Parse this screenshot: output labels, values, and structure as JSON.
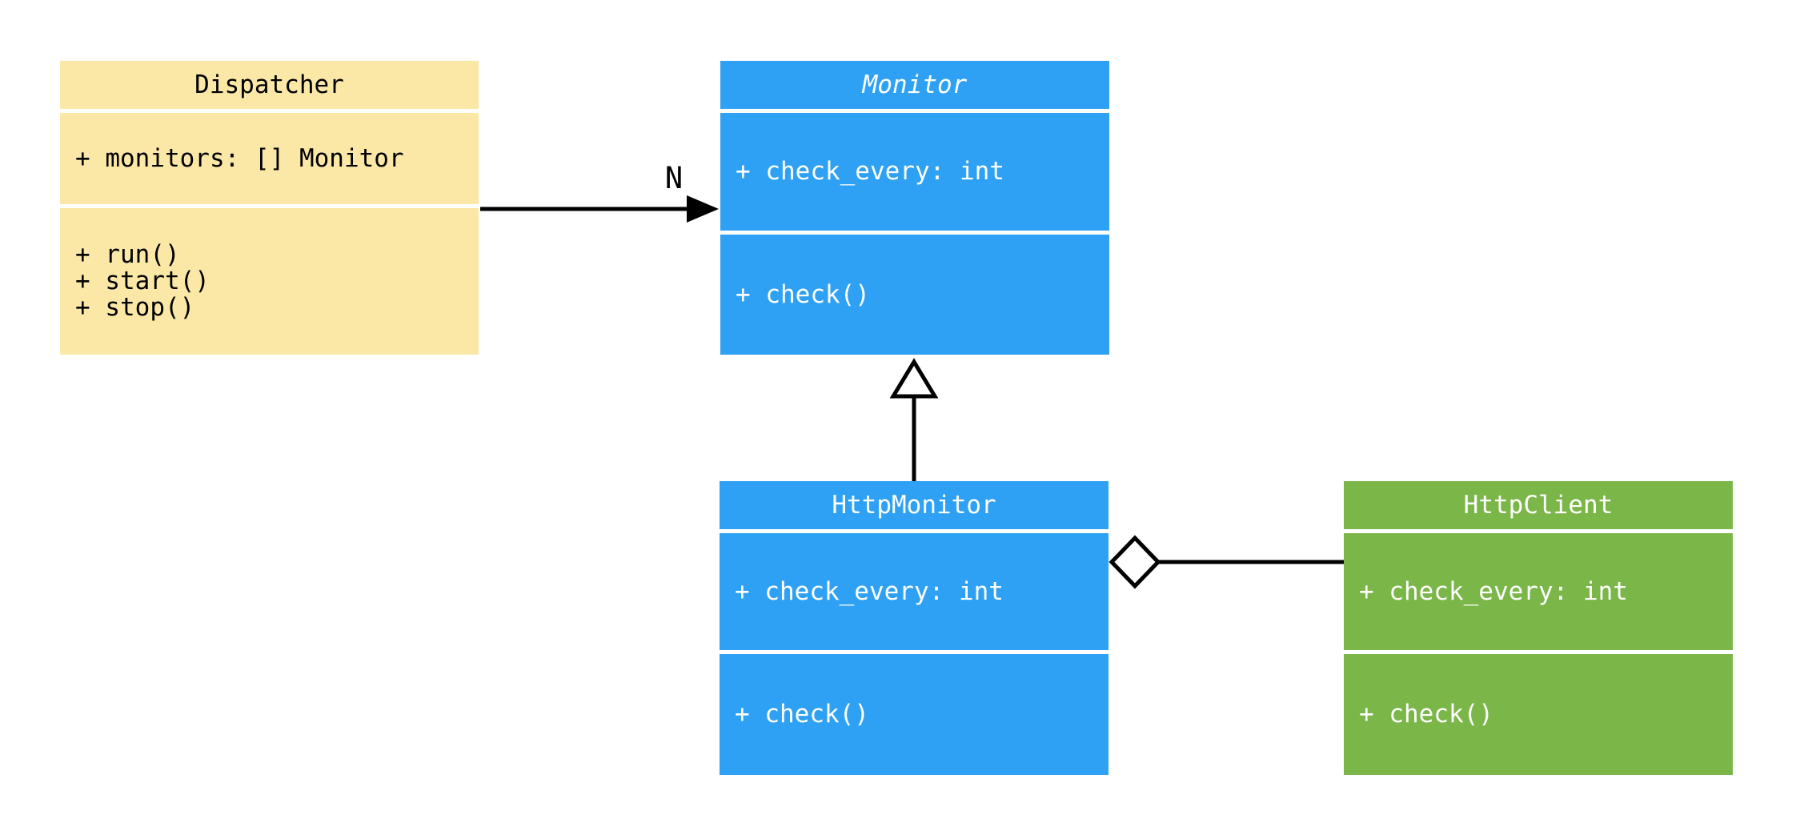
{
  "diagram": {
    "type": "uml-class-diagram",
    "background_color": "#FFFFFF",
    "line_color": "#000000",
    "divider_color": "#FFFFFF",
    "classes": [
      {
        "name": "Dispatcher",
        "abstract": false,
        "fill": "#FBE8A6",
        "text_color": "#000000",
        "attributes": [
          "+ monitors: [] Monitor"
        ],
        "methods": [
          "+ run()",
          "+ start()",
          "+ stop()"
        ]
      },
      {
        "name": "Monitor",
        "abstract": true,
        "fill": "#2EA1F4",
        "text_color": "#FFFFFF",
        "attributes": [
          "+ check_every: int"
        ],
        "methods": [
          "+ check()"
        ]
      },
      {
        "name": "HttpMonitor",
        "abstract": false,
        "fill": "#2EA1F4",
        "text_color": "#FFFFFF",
        "attributes": [
          "+ check_every: int"
        ],
        "methods": [
          "+ check()"
        ]
      },
      {
        "name": "HttpClient",
        "abstract": false,
        "fill": "#7AB648",
        "text_color": "#FFFFFF",
        "attributes": [
          "+ check_every: int"
        ],
        "methods": [
          "+ check()"
        ]
      }
    ],
    "relationships": [
      {
        "type": "directed-association",
        "from": "Dispatcher",
        "to": "Monitor",
        "label": "N"
      },
      {
        "type": "inheritance",
        "from": "HttpMonitor",
        "to": "Monitor"
      },
      {
        "type": "aggregation",
        "owner": "HttpMonitor",
        "part": "HttpClient"
      }
    ]
  }
}
